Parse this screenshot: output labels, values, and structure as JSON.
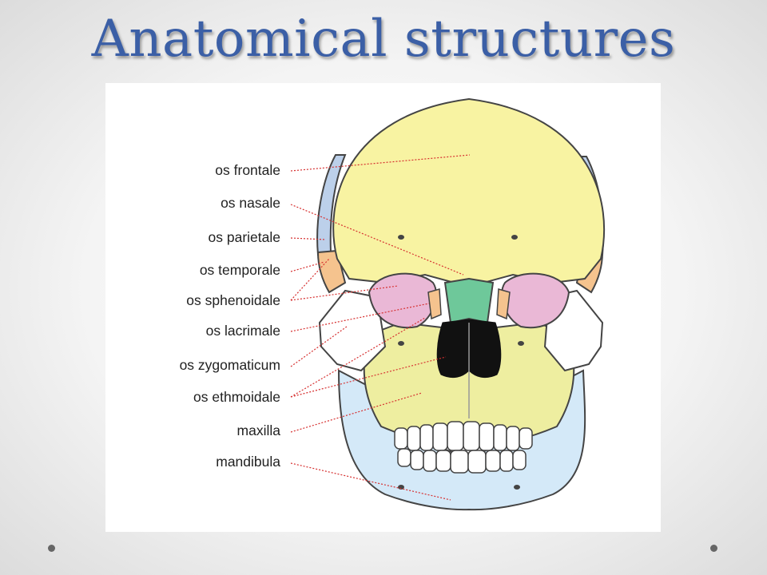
{
  "title": "Anatomical structures",
  "labels": [
    "os frontale",
    "os nasale",
    "os parietale",
    "os temporale",
    "os sphenoidale",
    "os lacrimale",
    "os zygomaticum",
    "os ethmoidale",
    "maxilla",
    "mandibula"
  ],
  "colors": {
    "title": "#3b5fa6",
    "frontale": "#f8f3a2",
    "parietale": "#bcd0ea",
    "temporale": "#f5c38e",
    "sphenoidale": "#eab8d6",
    "nasale": "#6ec89a",
    "maxilla": "#eeeea0",
    "mandibula": "#d4e9f8",
    "leader": "#d63030"
  }
}
